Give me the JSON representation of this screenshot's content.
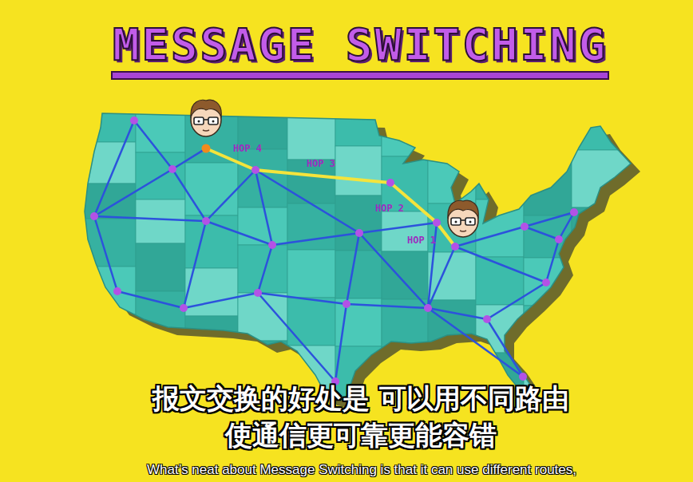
{
  "diagram": {
    "title": "MESSAGE SWITCHING",
    "labels": [
      "HOP 4",
      "HOP 3",
      "HOP 2",
      "HOP 1",
      "报文交换的好处是 可以用不同路由",
      "使通信更可靠更能容错",
      "What’s neat about Message Switching is that it can use different routes,"
    ]
  }
}
